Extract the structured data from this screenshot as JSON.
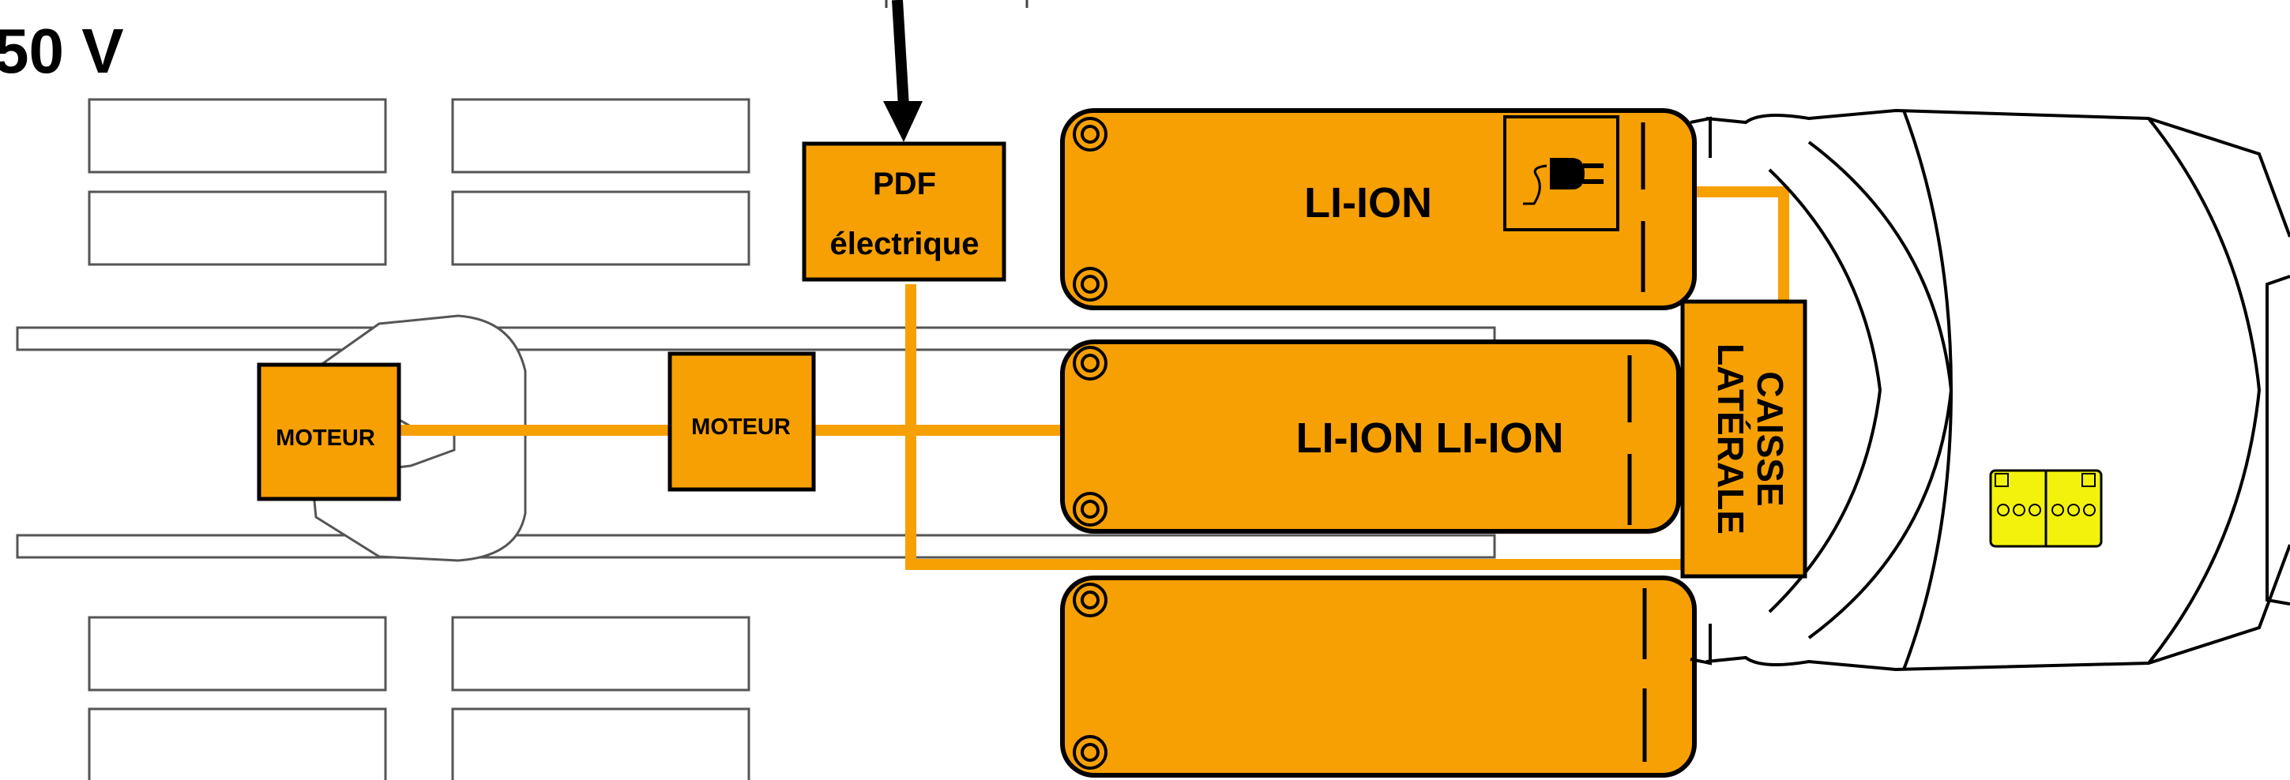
{
  "voltage_label": "50 V",
  "pto_label": [
    "PDF",
    "électrique"
  ],
  "motors": [
    {
      "label": "MOTEUR"
    },
    {
      "label": "MOTEUR"
    }
  ],
  "batteries": [
    {
      "label": "LI-ION",
      "icon": "plug-icon"
    },
    {
      "label": "LI-ION LI-ION"
    },
    {
      "label": ""
    }
  ],
  "side_box_label": [
    "CAISSE",
    "LATÉRALE"
  ],
  "colors": {
    "battery": "#f7a003",
    "cable": "#f7a003",
    "outline": "#000000",
    "fuse_block": "#f2f20c"
  }
}
